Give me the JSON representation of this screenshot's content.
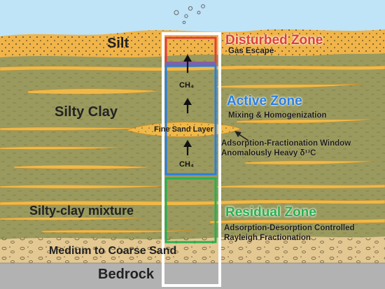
{
  "layers": {
    "silt": "Silt",
    "silty_clay": "Silty Clay",
    "silty_clay_mixture": "Silty-clay mixture",
    "medium_coarse_sand": "Medium to Coarse Sand",
    "bedrock": "Bedrock"
  },
  "zones": {
    "disturbed": {
      "title": "Disturbed Zone",
      "desc": "Gas Escape",
      "color": "#e0403a"
    },
    "active": {
      "title": "Active Zone",
      "desc": "Mixing & Homogenization",
      "color": "#2a7fe0"
    },
    "residual": {
      "title": "Residual Zone",
      "desc_line1": "Adsorption-Desorption Controlled",
      "desc_line2": "Rayleigh Fractionation",
      "color": "#2ab050"
    }
  },
  "annotations": {
    "fine_sand_layer": "Fine Sand Layer",
    "window_line1": "Adsorption-Fractionation Window",
    "window_line2": "Anomalously Heavy δ¹³C",
    "ch4_upper": "CH₄",
    "ch4_lower": "CH₄"
  },
  "colors": {
    "sky": "#bfe3f7",
    "silt": "#f0b449",
    "silty_clay": "#9a9a5e",
    "sand_lens": "#efb949",
    "coarse_sand": "#e3c892",
    "bedrock": "#b2b2b2",
    "core_frame": "#ffffff"
  }
}
